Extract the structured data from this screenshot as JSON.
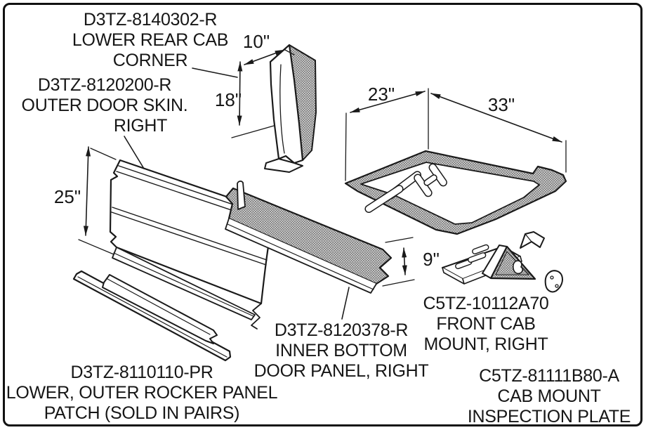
{
  "page": {
    "type": "truck cab and door sheet-metal parts diagram",
    "background": "#ffffff",
    "border_color": "#111111",
    "line_color": "#1a1a1a",
    "hatch_fill": "#dcdcdc"
  },
  "parts": {
    "rear_cab_corner": {
      "l1": "D3TZ-8140302-R",
      "l2": "LOWER REAR CAB",
      "l3": "CORNER"
    },
    "outer_door_skin": {
      "l1": "D3TZ-8120200-R",
      "l2": "OUTER DOOR SKIN.",
      "l3": "RIGHT"
    },
    "rocker_panel_patch": {
      "l1": "D3TZ-8110110-PR",
      "l2": "LOWER, OUTER ROCKER PANEL",
      "l3": "PATCH (SOLD IN PAIRS)"
    },
    "inner_bottom_door_panel": {
      "l1": "D3TZ-8120378-R",
      "l2": "INNER BOTTOM",
      "l3": "DOOR PANEL, RIGHT"
    },
    "front_cab_mount": {
      "l1": "C5TZ-10112A70",
      "l2": "FRONT CAB",
      "l3": "MOUNT, RIGHT"
    },
    "cab_mount_inspection_plate": {
      "l1": "C5TZ-81111B80-A",
      "l2": "CAB MOUNT",
      "l3": "INSPECTION PLATE"
    }
  },
  "dimensions": {
    "corner_width": "10\"",
    "corner_height": "18\"",
    "floor_pan_depth": "23\"",
    "floor_pan_width": "33\"",
    "door_skin_height": "25\"",
    "inner_panel_height": "9\""
  }
}
